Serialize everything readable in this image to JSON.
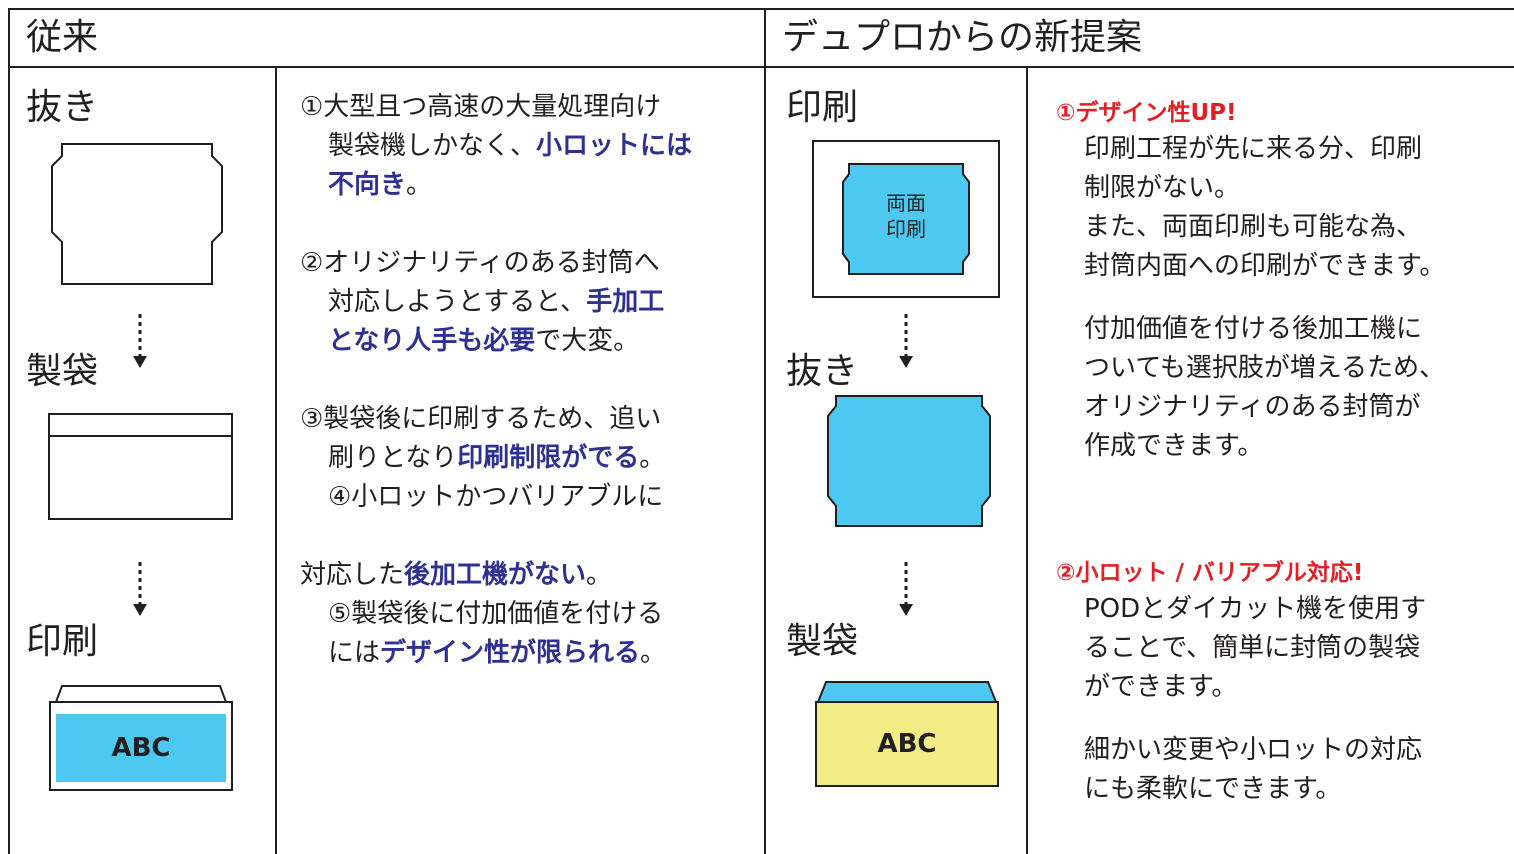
{
  "header": {
    "left_title": "従来",
    "right_title": "デュプロからの新提案"
  },
  "left": {
    "steps": [
      "抜き",
      "製袋",
      "印刷"
    ],
    "envelope_label": "ABC",
    "points": [
      [
        {
          "t": "①大型且つ高速の大量処理向け"
        }
      ],
      [
        {
          "t": "製袋機しかなく、"
        },
        {
          "t": "小ロットには",
          "b": true
        }
      ],
      [
        {
          "t": "不向き",
          "b": true
        },
        {
          "t": "。"
        }
      ],
      [
        {
          "t": "②オリジナリティのある封筒へ"
        }
      ],
      [
        {
          "t": "対応しようとすると、"
        },
        {
          "t": "手加工",
          "b": true
        }
      ],
      [
        {
          "t": "となり人手も必要",
          "b": true
        },
        {
          "t": "で大変。"
        }
      ],
      [
        {
          "t": "③製袋後に印刷するため、追い"
        }
      ],
      [
        {
          "t": "刷りとなり"
        },
        {
          "t": "印刷制限がでる",
          "b": true
        },
        {
          "t": "。"
        }
      ],
      [
        {
          "t": "④小ロットかつバリアブルに"
        }
      ],
      [
        {
          "t": "対応した"
        },
        {
          "t": "後加工機がない",
          "b": true
        },
        {
          "t": "。"
        }
      ],
      [
        {
          "t": "⑤製袋後に付加価値を付ける"
        }
      ],
      [
        {
          "t": "には"
        },
        {
          "t": "デザイン性が限られる",
          "b": true
        },
        {
          "t": "。"
        }
      ]
    ]
  },
  "right": {
    "steps": [
      "印刷",
      "抜き",
      "製袋"
    ],
    "blank_label_line1": "両面",
    "blank_label_line2": "印刷",
    "envelope_label": "ABC",
    "benefit1_title": "①デザイン性UP!",
    "benefit1_lines": [
      "印刷工程が先に来る分、印刷",
      "制限がない。",
      "また、両面印刷も可能な為、",
      "封筒内面への印刷ができます。",
      "付加価値を付ける後加工機に",
      "ついても選択肢が増えるため、",
      "オリジナリティのある封筒が",
      "作成できます。"
    ],
    "benefit2_title": "②小ロット / バリアブル対応!",
    "benefit2_lines": [
      "PODとダイカット機を使用す",
      "ることで、簡単に封筒の製袋",
      "ができます。",
      "細かい変更や小ロットの対応",
      "にも柔軟にできます。"
    ]
  },
  "colors": {
    "cyan": "#4dc8f0",
    "yellow": "#f1ec86",
    "emphasis_blue": "#2e3192",
    "emphasis_red": "#e31e24"
  }
}
